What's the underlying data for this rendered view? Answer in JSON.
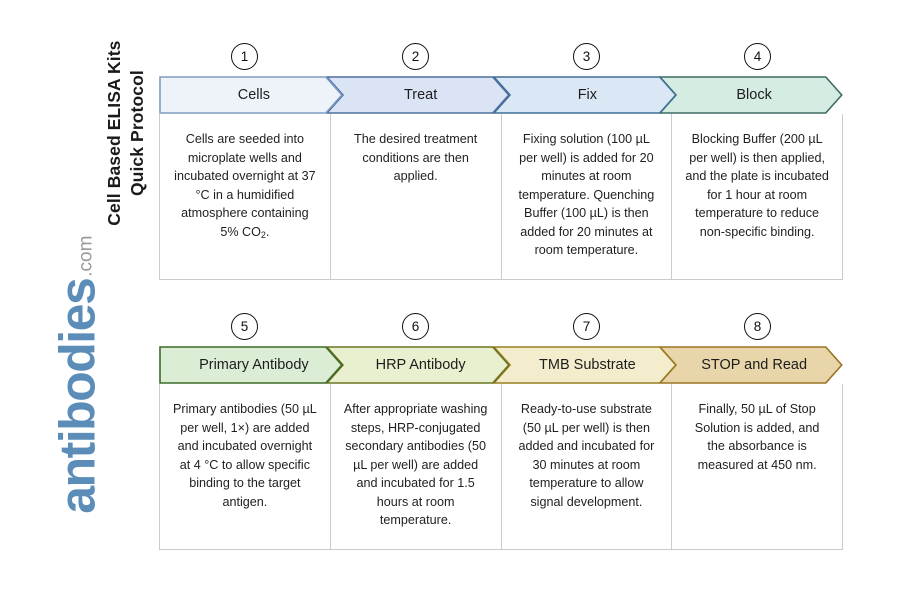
{
  "title": {
    "line1": "Cell Based ELISA Kits",
    "line2": "Quick Protocol",
    "full": "Cell Based ELISA Kits\nQuick Protocol"
  },
  "brand": {
    "name": "antibodies",
    "tld": ".com",
    "name_color": "#5b8db8",
    "tld_color": "#9a9a9a"
  },
  "rows": [
    {
      "id": "row-1",
      "steps": [
        {
          "number": "1",
          "label": "Cells",
          "body": "Cells are seeded into microplate wells and incubated overnight at 37 °C in a humidified atmosphere containing 5% CO",
          "body_sub": "2",
          "body_tail": ".",
          "fill": "#eef3fa",
          "stroke": "#7f9dc4"
        },
        {
          "number": "2",
          "label": "Treat",
          "body": "The desired treatment conditions are then applied.",
          "body_sub": "",
          "body_tail": "",
          "fill": "#dbe4f5",
          "stroke": "#4f6f9e"
        },
        {
          "number": "3",
          "label": "Fix",
          "body": "Fixing solution (100 µL per well) is added for 20 minutes at room temperature. Quenching Buffer (100 µL) is then added for 20 minutes at room temperature.",
          "body_sub": "",
          "body_tail": "",
          "fill": "#dae8f6",
          "stroke": "#3f6f96"
        },
        {
          "number": "4",
          "label": "Block",
          "body": "Blocking Buffer (200 µL per well) is then applied, and the plate is incubated for 1 hour at room temperature to reduce non-specific binding.",
          "body_sub": "",
          "body_tail": "",
          "fill": "#d5ece3",
          "stroke": "#3f6b63"
        }
      ]
    },
    {
      "id": "row-2",
      "steps": [
        {
          "number": "5",
          "label": "Primary Antibody",
          "body": "Primary antibodies (50 µL per well, 1×) are added and incubated overnight at 4 °C to allow specific binding to the target antigen.",
          "body_sub": "",
          "body_tail": "",
          "fill": "#dcedd5",
          "stroke": "#3d6b2a"
        },
        {
          "number": "6",
          "label": "HRP Antibody",
          "body": "After appropriate washing steps, HRP-conjugated secondary antibodies (50 µL per well) are added and incubated for 1.5 hours at room temperature.",
          "body_sub": "",
          "body_tail": "",
          "fill": "#e9f0cf",
          "stroke": "#6b7520"
        },
        {
          "number": "7",
          "label": "TMB Substrate",
          "body": "Ready-to-use substrate (50 µL per well) is then added and incubated for 30 minutes at room temperature to allow signal development.",
          "body_sub": "",
          "body_tail": "",
          "fill": "#f4edcd",
          "stroke": "#9a7e22"
        },
        {
          "number": "8",
          "label": "STOP and Read",
          "body": "Finally, 50 µL of Stop Solution is added, and the absorbance is measured at 450 nm.",
          "body_sub": "",
          "body_tail": "",
          "fill": "#e8d6aa",
          "stroke": "#9a7322"
        }
      ]
    }
  ]
}
